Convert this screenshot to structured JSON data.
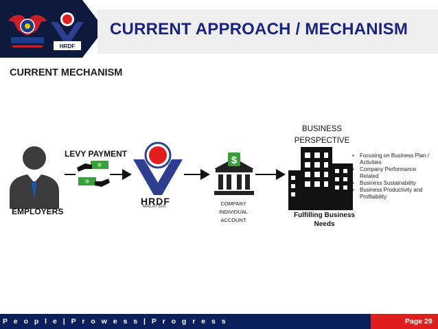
{
  "header": {
    "title": "CURRENT APPROACH / MECHANISM",
    "logos": [
      "ministry-crest-logo",
      "hrdf-logo"
    ],
    "logo_text": "HRDF"
  },
  "section_title": "CURRENT MECHANISM",
  "diagram": {
    "employers_label": "EMPLOYERS",
    "levy_label": "LEVY PAYMENT",
    "hrdf_text": "HRDF",
    "hrdf_subtext": "MALAYSIA",
    "account_label": "COMPANY INDIVIDUAL ACCOUNT",
    "business_title": "BUSINESS PERSPECTIVE",
    "needs_label": "Fulfilling Business Needs",
    "bullets": [
      "Focusing on Business Plan / Activities",
      "Company Performance Related",
      "Business Sustainability",
      "Business Productivity and Profitability"
    ],
    "icons": [
      "employer-icon",
      "money-exchange-icon",
      "hrdf-emblem-icon",
      "bank-icon",
      "office-building-icon"
    ]
  },
  "footer": {
    "tagline": "P e o p l e | P r o w e s s | P r o g r e s s",
    "page": "Page 29"
  },
  "colors": {
    "navy": "#1a237e",
    "footer_navy": "#0b1f5c",
    "red": "#e21d1d",
    "hrdf_blue": "#2e3f8f"
  }
}
